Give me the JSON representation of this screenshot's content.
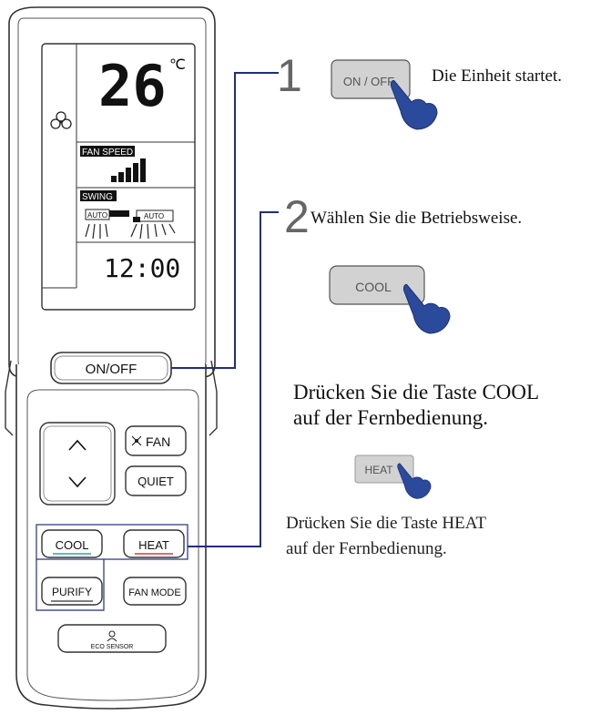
{
  "remote": {
    "display": {
      "temperature": "26",
      "temp_unit": "℃",
      "fan_speed_label": "FAN SPEED",
      "swing_label": "SWING",
      "swing_left_badge": "AUTO",
      "swing_right_badge": "AUTO",
      "clock": "12:00"
    },
    "buttons": {
      "onoff": "ON/OFF",
      "fan": "FAN",
      "quiet": "QUIET",
      "cool": "COOL",
      "heat": "HEAT",
      "purify": "PURIFY",
      "fan_mode": "FAN MODE",
      "eco_sensor": "ECO SENSOR"
    }
  },
  "steps": [
    {
      "number": "1",
      "button_label": "ON / OFF",
      "text": "Die Einheit startet."
    },
    {
      "number": "2",
      "text": "Wählen Sie die Betriebsweise."
    }
  ],
  "cool_demo": {
    "button_label": "COOL",
    "instruction_line1": "Drücken Sie die Taste COOL",
    "instruction_line2": "auf der Fernbedienung."
  },
  "heat_demo": {
    "button_label": "HEAT",
    "instruction_line1": "Drücken Sie die Taste HEAT",
    "instruction_line2": "auf der Fernbedienung."
  },
  "colors": {
    "leader_line": "#1f2f7a",
    "hand": "#2b4a9c",
    "cool_underline": "#2aa6b0",
    "heat_underline": "#d43b3b",
    "demo_button_fill": "#d2d2d2"
  }
}
